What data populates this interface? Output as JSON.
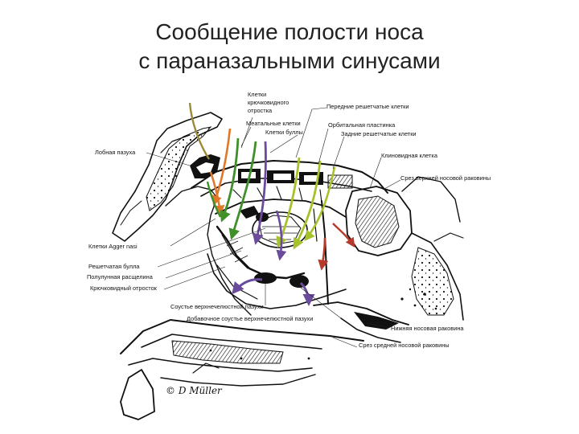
{
  "title": {
    "line1": "Сообщение полости носа",
    "line2": "с параназальными синусами"
  },
  "labels": {
    "uncinate_cells": [
      "Клетки",
      "крючковидного",
      "отростка"
    ],
    "anterior_ethmoid": "Передние решетчатые клетки",
    "meatal_cells": "Меатальные клетки",
    "bulla_cells": "Клетки буллы",
    "orbital_plate": "Орбитальная пластинка",
    "posterior_ethmoid": "Задние решетчатые клетки",
    "frontal_sinus": "Лобная пазуха",
    "sphenoid_cell": "Клиновидная клетка",
    "superior_turbinate_cut": "Срез верхней носовой раковины",
    "agger_nasi": "Клетки Agger nasi",
    "ethmoid_bulla": "Решетчатая булла",
    "semilunar_hiatus": "Полулунная расщелина",
    "uncinate_process": "Крючковидный отросток",
    "maxillary_ostium": "Соустье верхнечелюстной пазухи",
    "accessory_ostium": "Добавочное соустье верхнечелюстной пазухи",
    "inferior_turbinate": "Нижняя носовая раковина",
    "middle_turbinate_cut": "Срез средней носовой раковины",
    "signature": "© D Müller"
  },
  "colors": {
    "green": "#3f8f2a",
    "yellow_green": "#a6c22b",
    "olive": "#9a8a3a",
    "orange": "#e0782a",
    "purple": "#6a4b9c",
    "red": "#b83a2a",
    "brown_red": "#8a3a2a"
  }
}
